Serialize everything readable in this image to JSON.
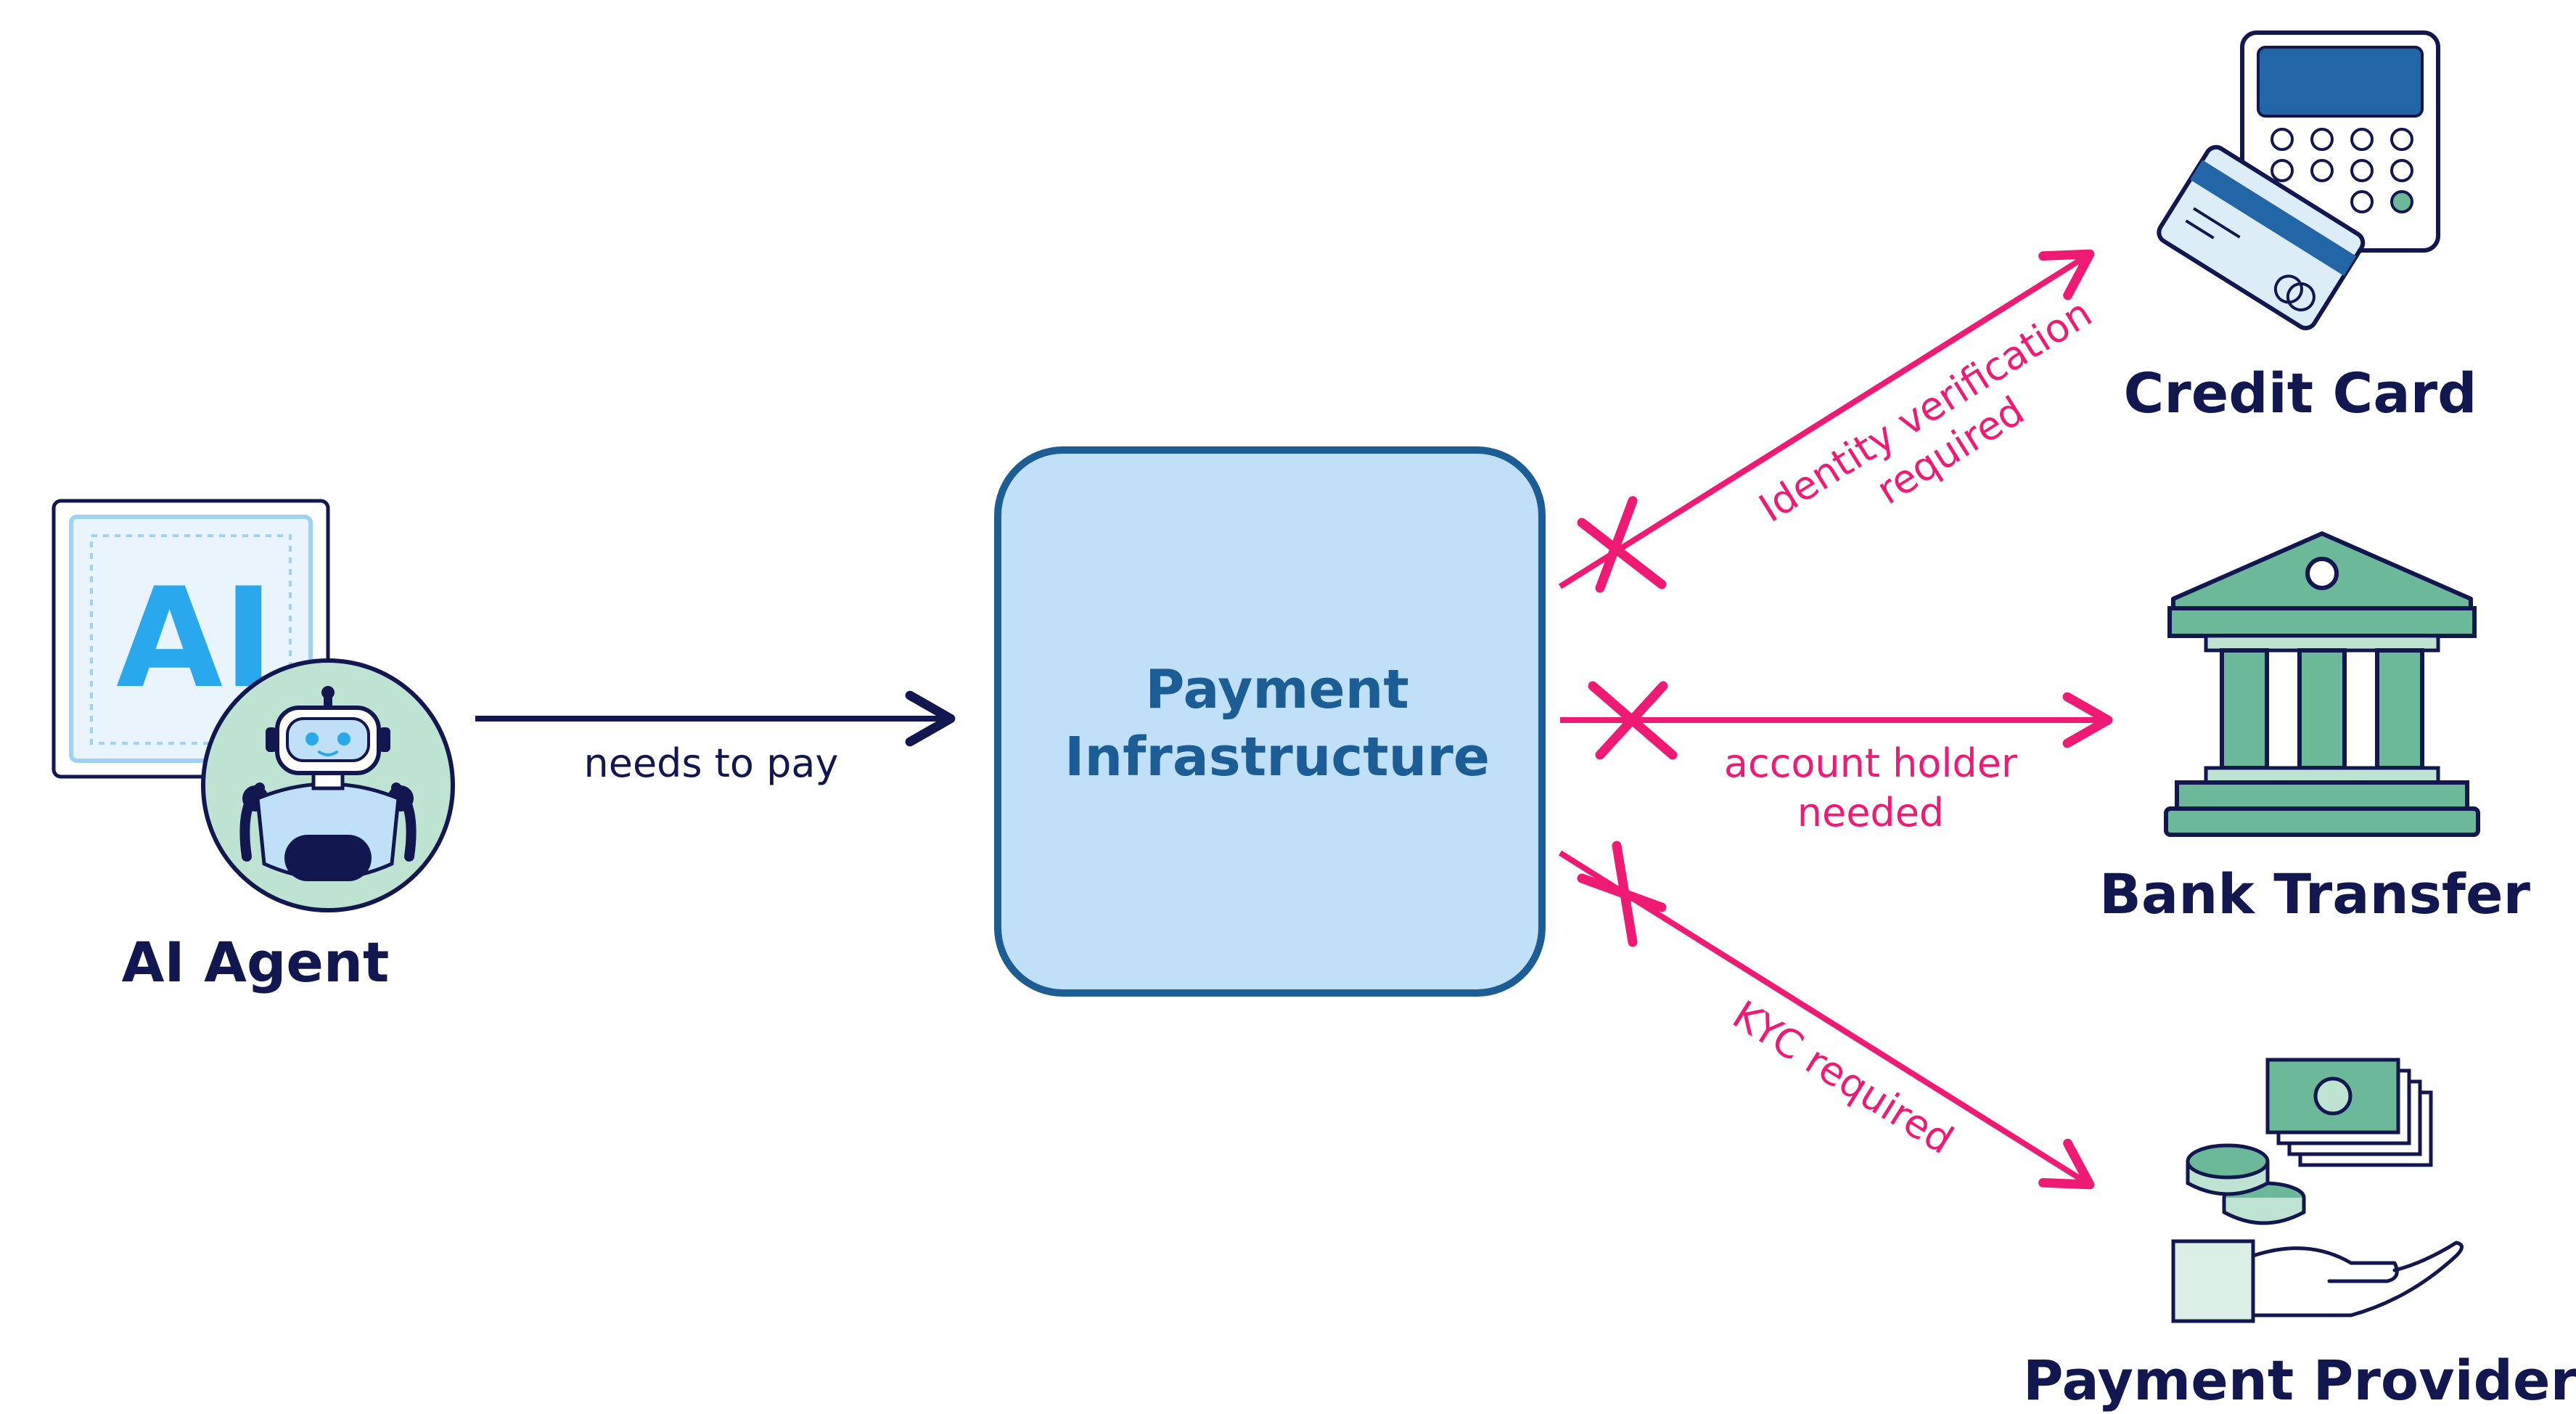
{
  "nodes": {
    "agent": {
      "label": "AI Agent",
      "badge": "AI"
    },
    "center": {
      "line1": "Payment",
      "line2": "Infrastructure"
    },
    "credit_card": {
      "label": "Credit Card"
    },
    "bank_transfer": {
      "label": "Bank Transfer"
    },
    "payment_provider": {
      "label": "Payment Provider"
    }
  },
  "edges": {
    "agent_to_center": {
      "label": "needs to pay"
    },
    "to_credit_card": {
      "line1": "Identity verification",
      "line2": "required",
      "blocked": true
    },
    "to_bank_transfer": {
      "line1": "account holder",
      "line2": "needed",
      "blocked": true
    },
    "to_payment_provider": {
      "line1": "KYC required",
      "blocked": true
    }
  },
  "colors": {
    "dark_navy": "#12174f",
    "center_fill": "#bfe0f7",
    "center_stroke": "#1c5d96",
    "blocked_pink": "#ee1a73",
    "ai_blue": "#29a8ee",
    "icon_green": "#6cb99a",
    "icon_mint": "#bfe3d3",
    "card_blue": "#2266a8"
  }
}
